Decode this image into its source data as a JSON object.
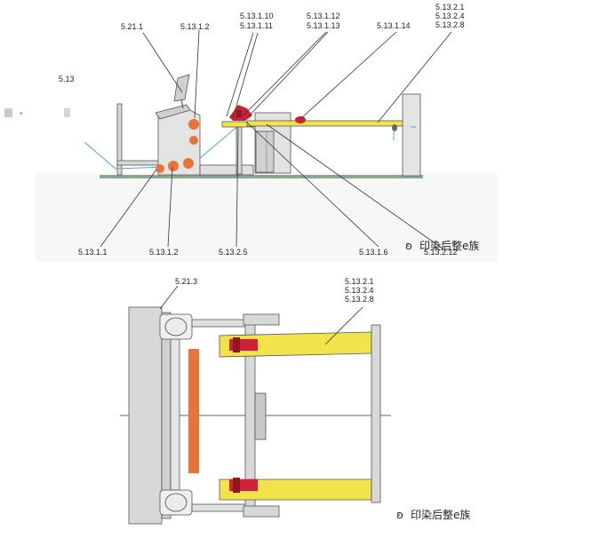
{
  "top_view": {
    "callouts_top": [
      {
        "name": "callout-5-21-1",
        "text": "5.21.1"
      },
      {
        "name": "callout-5-13-1-2-top",
        "text": "5.13.1.2"
      },
      {
        "name": "callout-5-13-1-10",
        "text": "5.13.1.10"
      },
      {
        "name": "callout-5-13-1-11",
        "text": "5.13.1.11"
      },
      {
        "name": "callout-5-13-1-12",
        "text": "5.13.1.12"
      },
      {
        "name": "callout-5-13-1-13",
        "text": "5.13.1.13"
      },
      {
        "name": "callout-5-13-1-14",
        "text": "5.13.1.14"
      },
      {
        "name": "callout-5-13-2-1-top",
        "text": "5.13.2.1"
      },
      {
        "name": "callout-5-13-2-4-top",
        "text": "5.13.2.4"
      },
      {
        "name": "callout-5-13-2-8-top",
        "text": "5.13.2.8"
      }
    ],
    "callouts_bottom": [
      {
        "name": "callout-5-13-1-1",
        "text": "5.13.1.1"
      },
      {
        "name": "callout-5-13-1-2-bottom",
        "text": "5.13.1.2"
      },
      {
        "name": "callout-5-13-2-5",
        "text": "5.13.2.5"
      },
      {
        "name": "callout-5-13-1-6",
        "text": "5.13.1.6"
      },
      {
        "name": "callout-5-13-2-12",
        "text": "5.13.2.12"
      }
    ],
    "stray_label": "5.13",
    "watermark": "印染后整e族"
  },
  "plan_view": {
    "callout_5_21_3": "5.21.3",
    "callout_5_13_2_1": "5.13.2.1",
    "callout_5_13_2_4": "5.13.2.4",
    "callout_5_13_2_8": "5.13.2.8",
    "watermark": "印染后整e族"
  },
  "colors": {
    "yellow": "#f2e34a",
    "red": "#cc2233",
    "orange": "#e8743a",
    "frame_gray": "#d8d8d8",
    "blue_line": "#4aa8e0",
    "floor_green": "#8aa890"
  }
}
